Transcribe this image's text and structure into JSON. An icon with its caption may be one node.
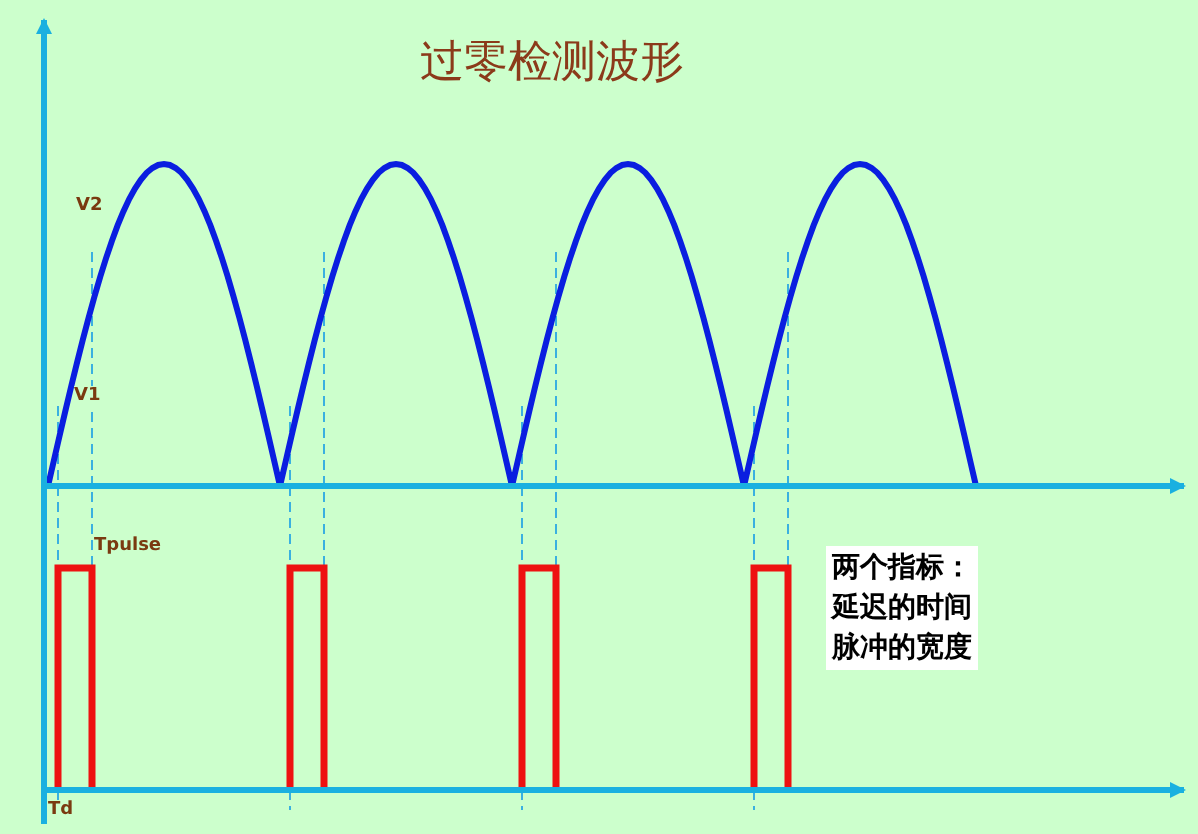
{
  "diagram": {
    "title": "过零检测波形",
    "labels": [
      "V2",
      "V1",
      "Tpulse",
      "两个指标：",
      "延迟的时间",
      "脉冲的宽度",
      "Td"
    ]
  }
}
